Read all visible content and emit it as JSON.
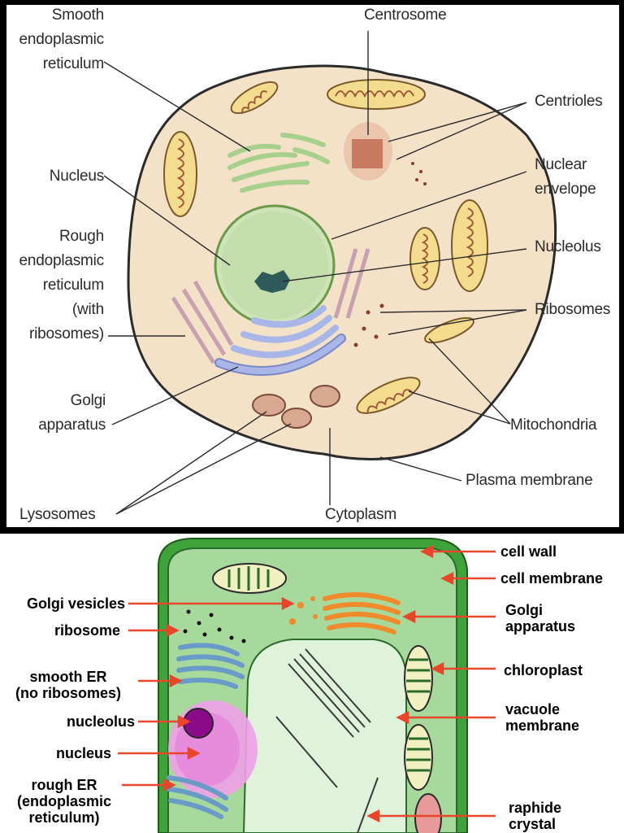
{
  "animal_cell": {
    "smooth_er": "Smooth\nendoplasmic\nreticulum",
    "centrosome": "Centrosome",
    "centrioles": "Centrioles",
    "nucleus": "Nucleus",
    "nuclear_envelope": "Nuclear\nenvelope",
    "rough_er": "Rough\nendoplasmic\nreticulum\n(with\nribosomes)",
    "nucleolus": "Nucleolus",
    "ribosomes": "Ribosomes",
    "golgi": "Golgi\napparatus",
    "mitochondria": "Mitochondria",
    "plasma_membrane": "Plasma membrane",
    "lysosomes": "Lysosomes",
    "cytoplasm": "Cytoplasm"
  },
  "plant_cell": {
    "cell_wall": "cell wall",
    "cell_membrane": "cell membrane",
    "golgi_vesicles": "Golgi vesicles",
    "golgi_apparatus": "Golgi\napparatus",
    "ribosome": "ribosome",
    "chloroplast": "chloroplast",
    "smooth_er": "smooth ER\n(no ribosomes)",
    "vacuole_membrane": "vacuole\nmembrane",
    "nucleolus": "nucleolus",
    "nucleus": "nucleus",
    "rough_er": "rough ER\n(endoplasmic\nreticulum)",
    "raphide_crystal": "raphide\ncrystal"
  },
  "colors": {
    "cytoplasm": "#f4e2c8",
    "membrane": "#2b2b2b",
    "nucleus": "#cfe3b8",
    "golgi_blue": "#a9b7e8",
    "mito": "#f3dc8e",
    "plant_wall": "#3ea33a",
    "plant_cytoplasm": "#a6d99b",
    "arrow_red": "#e8452a"
  }
}
